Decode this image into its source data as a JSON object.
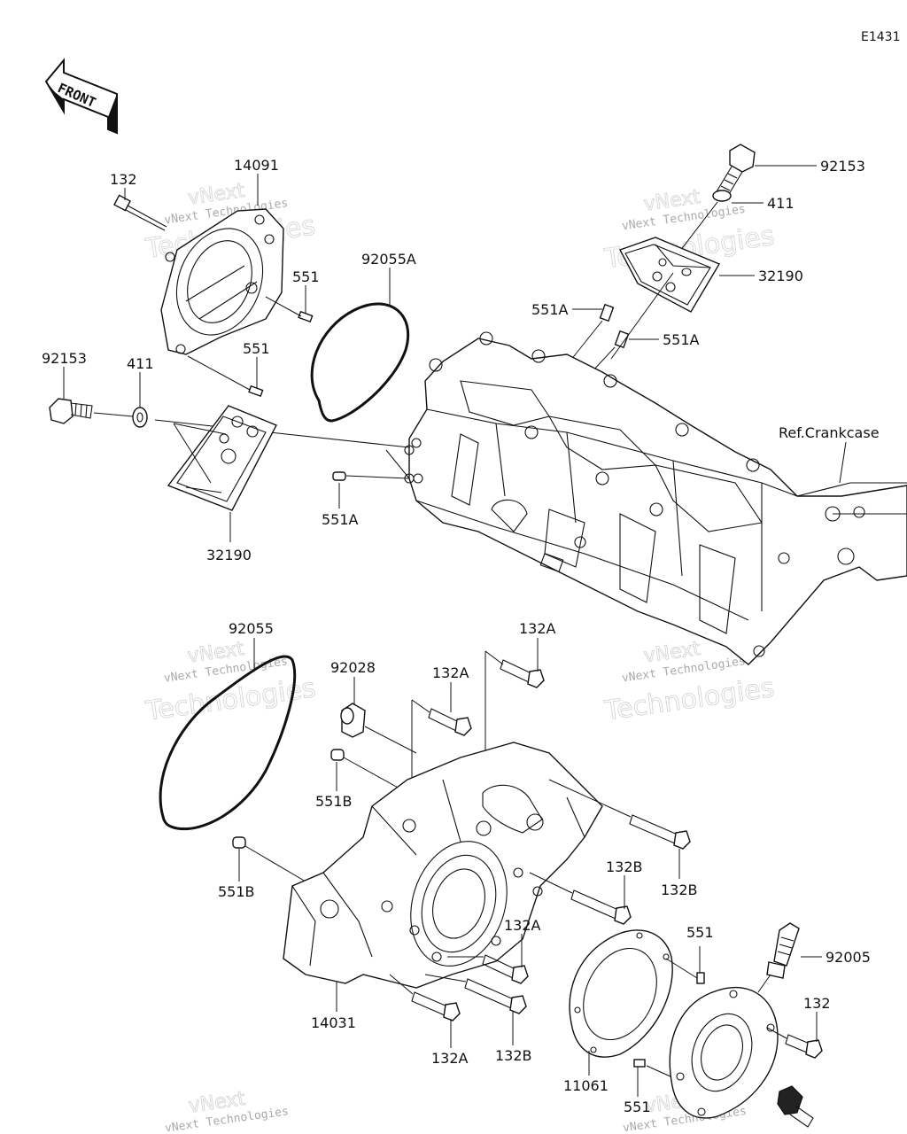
{
  "diagram": {
    "code": "E1431",
    "front_label": "FRONT",
    "ref_label": "Ref.Crankcase",
    "watermark": {
      "line1": "vNext",
      "line2": "vNext Technologies",
      "line3": "Technologies"
    },
    "parts": [
      {
        "id": "p1",
        "label": "132"
      },
      {
        "id": "p2",
        "label": "14091"
      },
      {
        "id": "p3",
        "label": "551"
      },
      {
        "id": "p4",
        "label": "551"
      },
      {
        "id": "p5",
        "label": "92153"
      },
      {
        "id": "p6",
        "label": "411"
      },
      {
        "id": "p7",
        "label": "32190"
      },
      {
        "id": "p8",
        "label": "92055A"
      },
      {
        "id": "p9",
        "label": "551A"
      },
      {
        "id": "p10",
        "label": "92153"
      },
      {
        "id": "p11",
        "label": "411"
      },
      {
        "id": "p12",
        "label": "32190"
      },
      {
        "id": "p13",
        "label": "551A"
      },
      {
        "id": "p14",
        "label": "551A"
      },
      {
        "id": "p15",
        "label": "92055"
      },
      {
        "id": "p16",
        "label": "92028"
      },
      {
        "id": "p17",
        "label": "132A"
      },
      {
        "id": "p18",
        "label": "132A"
      },
      {
        "id": "p19",
        "label": "551B"
      },
      {
        "id": "p20",
        "label": "551B"
      },
      {
        "id": "p21",
        "label": "132B"
      },
      {
        "id": "p22",
        "label": "132B"
      },
      {
        "id": "p23",
        "label": "132A"
      },
      {
        "id": "p24",
        "label": "551"
      },
      {
        "id": "p25",
        "label": "92005"
      },
      {
        "id": "p26",
        "label": "14031"
      },
      {
        "id": "p27",
        "label": "132A"
      },
      {
        "id": "p28",
        "label": "132B"
      },
      {
        "id": "p29",
        "label": "132"
      },
      {
        "id": "p30",
        "label": "11061"
      },
      {
        "id": "p31",
        "label": "551"
      }
    ]
  }
}
